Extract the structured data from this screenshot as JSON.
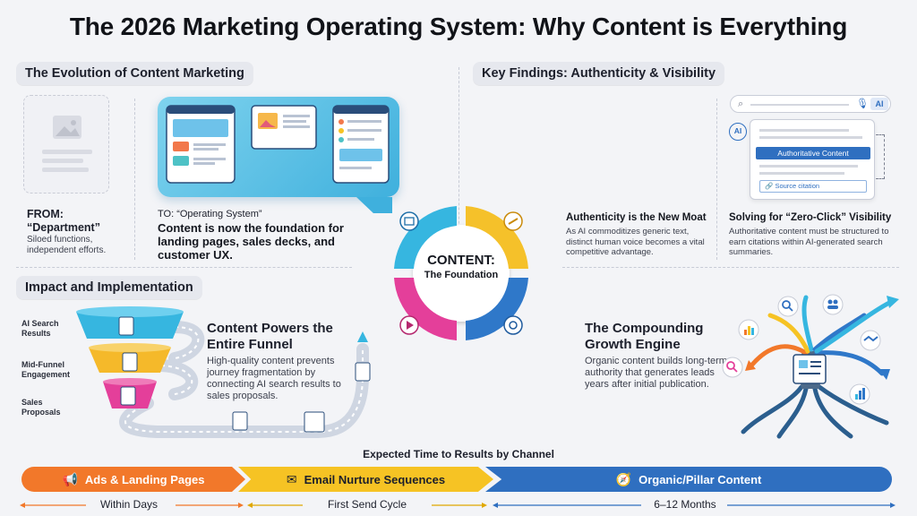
{
  "title": "The 2026 Marketing Operating System: Why Content is Everything",
  "sections": {
    "evolution": "The Evolution of Content Marketing",
    "findings": "Key Findings: Authenticity & Visibility",
    "impact": "Impact and Implementation"
  },
  "evolution": {
    "from_label": "FROM:\n“Department”",
    "from_desc": "Siloed functions, independent efforts.",
    "to_label": "TO: “Operating System”",
    "to_desc": "Content is now the foundation for landing pages, sales decks, and customer UX."
  },
  "center": {
    "title": "CONTENT:",
    "subtitle": "The Foundation"
  },
  "findings": {
    "authenticity_title": "Authenticity is the New Moat",
    "authenticity_desc": "As AI commoditizes generic text, distinct human voice becomes a vital competitive advantage.",
    "zero_click_title": "Solving for “Zero-Click” Visibility",
    "zero_click_desc": "Authoritative content must be structured to earn citations within AI-generated search summaries.",
    "search_ai_badge": "AI",
    "ai_circle": "AI",
    "auth_content_label": "Authoritative Content",
    "source_citation": "Source citation"
  },
  "impact": {
    "funnel_labels": [
      "AI Search Results",
      "Mid-Funnel Engagement",
      "Sales Proposals"
    ],
    "powers_title": "Content Powers the Entire Funnel",
    "powers_desc": "High-quality content prevents journey fragmentation by connecting AI search results to sales proposals.",
    "growth_title": "The Compounding Growth Engine",
    "growth_desc": "Organic content builds long-term authority that generates leads years after initial publication."
  },
  "timeline": {
    "title": "Expected Time to Results by Channel",
    "channels": [
      {
        "label": "Ads & Landing Pages",
        "time": "Within Days",
        "color": "#f2782a",
        "icon": "megaphone-icon"
      },
      {
        "label": "Email Nurture Sequences",
        "time": "First Send Cycle",
        "color": "#f6c324",
        "icon": "envelope-icon"
      },
      {
        "label": "Organic/Pillar Content",
        "time": "6–12 Months",
        "color": "#2f6fc0",
        "icon": "compass-icon"
      }
    ]
  },
  "colors": {
    "ring_blue": "#2f78c9",
    "ring_yellow": "#f5c12a",
    "ring_pink": "#e43f9a",
    "ring_cyan": "#36b6e0",
    "accent_blue": "#2f6fc0"
  }
}
